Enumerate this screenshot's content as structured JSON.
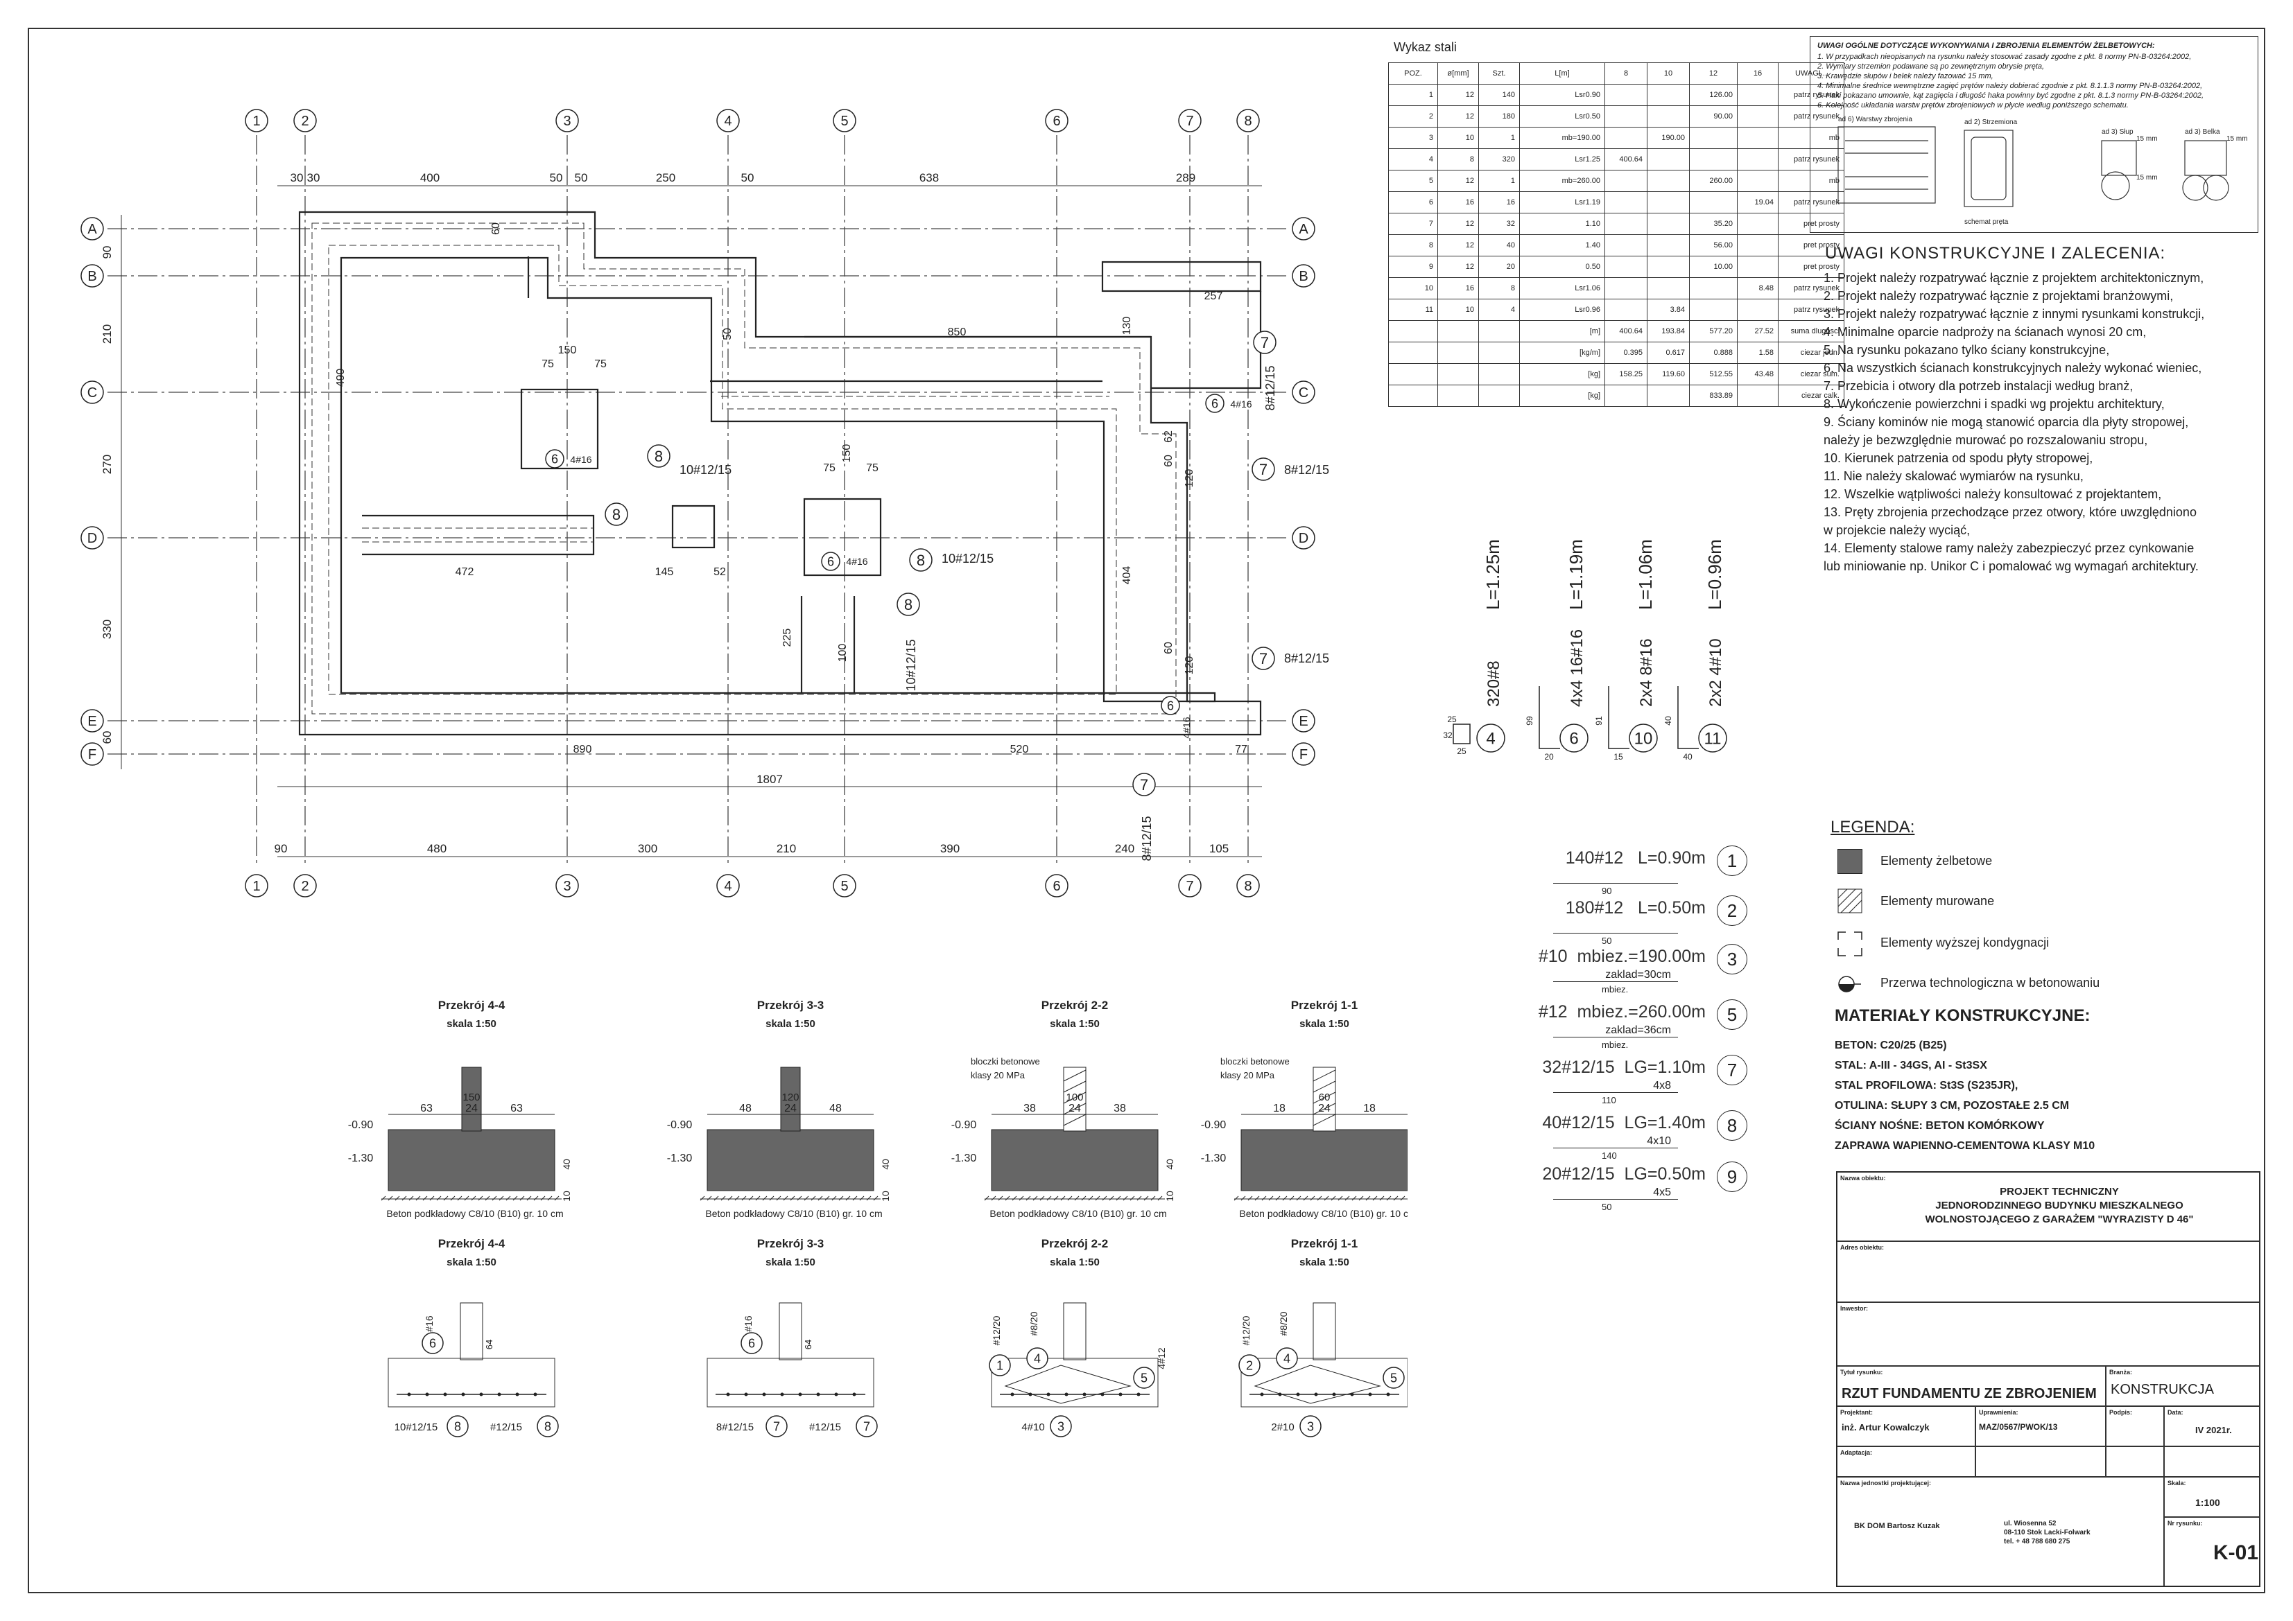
{
  "plan": {
    "grid_cols": [
      "1",
      "2",
      "3",
      "4",
      "5",
      "6",
      "7",
      "8"
    ],
    "grid_rows": [
      "A",
      "B",
      "C",
      "D",
      "E",
      "F"
    ],
    "top_dims": [
      "30",
      "30",
      "400",
      "50",
      "50",
      "250",
      "50",
      "638",
      "289"
    ],
    "bottom_dims": [
      "90",
      "480",
      "300",
      "210",
      "390",
      "240",
      "105"
    ],
    "left_dims": [
      "90",
      "210",
      "270",
      "330",
      "60"
    ],
    "overall": "1807",
    "inner_dims": [
      "75",
      "150",
      "75",
      "75",
      "75",
      "150",
      "60",
      "120",
      "60",
      "120",
      "850",
      "472",
      "145",
      "52",
      "890",
      "520",
      "77",
      "257",
      "225",
      "100",
      "404",
      "490",
      "50",
      "60",
      "62",
      "130"
    ],
    "bar_labels": [
      "10#12/15",
      "10#12/15",
      "8#12/15",
      "8#12/15",
      "8#12/15",
      "8#12/15",
      "8#12/15",
      "10#12/15",
      "4#16",
      "4#16",
      "4#16",
      "4#16"
    ]
  },
  "steel_table": {
    "title": "Wykaz stali",
    "headers": [
      "POZ.",
      "ø[mm]",
      "Szt.",
      "L[m]",
      "8",
      "10",
      "12",
      "16",
      "UWAGI..."
    ],
    "rows": [
      [
        "1",
        "12",
        "140",
        "Lsr0.90",
        "",
        "",
        "126.00",
        "",
        "patrz rysunek"
      ],
      [
        "2",
        "12",
        "180",
        "Lsr0.50",
        "",
        "",
        "90.00",
        "",
        "patrz rysunek"
      ],
      [
        "3",
        "10",
        "1",
        "mb=190.00",
        "",
        "190.00",
        "",
        "",
        "mb"
      ],
      [
        "4",
        "8",
        "320",
        "Lsr1.25",
        "400.64",
        "",
        "",
        "",
        "patrz rysunek"
      ],
      [
        "5",
        "12",
        "1",
        "mb=260.00",
        "",
        "",
        "260.00",
        "",
        "mb"
      ],
      [
        "6",
        "16",
        "16",
        "Lsr1.19",
        "",
        "",
        "",
        "19.04",
        "patrz rysunek"
      ],
      [
        "7",
        "12",
        "32",
        "1.10",
        "",
        "",
        "35.20",
        "",
        "pret prosty"
      ],
      [
        "8",
        "12",
        "40",
        "1.40",
        "",
        "",
        "56.00",
        "",
        "pret prosty"
      ],
      [
        "9",
        "12",
        "20",
        "0.50",
        "",
        "",
        "10.00",
        "",
        "pret prosty"
      ],
      [
        "10",
        "16",
        "8",
        "Lsr1.06",
        "",
        "",
        "",
        "8.48",
        "patrz rysunek"
      ],
      [
        "11",
        "10",
        "4",
        "Lsr0.96",
        "",
        "3.84",
        "",
        "",
        "patrz rysunek"
      ],
      [
        "",
        "",
        "",
        "[m]",
        "400.64",
        "193.84",
        "577.20",
        "27.52",
        "suma dlugosci"
      ],
      [
        "",
        "",
        "",
        "[kg/m]",
        "0.395",
        "0.617",
        "0.888",
        "1.58",
        "ciezar jedn."
      ],
      [
        "",
        "",
        "",
        "[kg]",
        "158.25",
        "119.60",
        "512.55",
        "43.48",
        "ciezar sum."
      ],
      [
        "",
        "",
        "",
        "[kg]",
        "",
        "",
        "833.89",
        "",
        "ciezar calk."
      ]
    ]
  },
  "general_notes": {
    "title": "UWAGI OGÓLNE DOTYCZĄCE WYKONYWANIA I ZBROJENIA ELEMENTÓW ŻELBETOWYCH:",
    "items": [
      "1. W przypadkach nieopisanych na rysunku należy stosować zasady zgodne z pkt. 8 normy PN-B-03264:2002,",
      "2. Wymiary strzemion podawane są po zewnętrznym obrysie pręta,",
      "3. Krawędzie słupów i belek należy fazować 15 mm,",
      "4. Minimalne średnice wewnętrzne zagięć prętów należy dobierać zgodnie z pkt. 8.1.1.3 normy PN-B-03264:2002,",
      "5. Haki pokazano umownie, kąt zagięcia i długość haka powinny być zgodne z pkt. 8.1.3 normy PN-B-03264:2002,",
      "6. Kolejność układania warstw prętów zbrojeniowych w płycie według poniższego schematu."
    ],
    "sketch_labels": [
      "ad 6) Warstwy zbrojenia",
      "ad 2) Strzemiona",
      "ad 3) Słup",
      "ad 3) Belka",
      "schemat pręta",
      "15 mm",
      "15 mm",
      "15 mm"
    ]
  },
  "structural_notes": {
    "title": "UWAGI KONSTRUKCYJNE I ZALECENIA:",
    "items": [
      "1. Projekt należy rozpatrywać łącznie z projektem architektonicznym,",
      "2. Projekt należy rozpatrywać łącznie z projektami branżowymi,",
      "3. Projekt należy rozpatrywać łącznie z innymi rysunkami konstrukcji,",
      "4. Minimalne oparcie nadproży na ścianach wynosi 20 cm,",
      "5. Na rysunku pokazano tylko ściany konstrukcyjne,",
      "6. Na wszystkich ścianach konstrukcyjnych należy wykonać wieniec,",
      "7. Przebicia i otwory dla potrzeb instalacji według branż,",
      "8. Wykończenie powierzchni i spadki wg projektu architektury,",
      "9. Ściany kominów nie mogą stanowić oparcia dla płyty stropowej,",
      "    należy je bezwzględnie murować po rozszalowaniu stropu,",
      "10. Kierunek patrzenia od spodu płyty stropowej,",
      "11. Nie należy skalować wymiarów na rysunku,",
      "12. Wszelkie wątpliwości należy konsultować z projektantem,",
      "13. Pręty zbrojenia przechodzące przez otwory, które uwzględniono",
      "    w projekcie należy wyciąć,",
      "14. Elementy stalowe ramy należy zabezpieczyć przez cynkowanie",
      "    lub miniowanie np. Unikor C i pomalować wg wymagań architektury."
    ]
  },
  "bar_shapes": [
    {
      "num": "4",
      "label": "320#8",
      "length": "L=1.25m",
      "dims": [
        "25",
        "32",
        "25"
      ]
    },
    {
      "num": "6",
      "label": "4x4 16#16",
      "length": "L=1.19m",
      "dims": [
        "99",
        "20"
      ]
    },
    {
      "num": "10",
      "label": "2x4 8#16",
      "length": "L=1.06m",
      "dims": [
        "91",
        "15"
      ]
    },
    {
      "num": "11",
      "label": "2x2 4#10",
      "length": "L=0.96m",
      "dims": [
        "40",
        "40"
      ]
    }
  ],
  "bar_list": [
    {
      "num": "1",
      "text": "140#12   L=0.90m",
      "sub": "",
      "dim": "90"
    },
    {
      "num": "2",
      "text": "180#12   L=0.50m",
      "sub": "",
      "dim": "50"
    },
    {
      "num": "3",
      "text": "#10  mbiez.=190.00m",
      "sub": "zaklad=30cm",
      "dim": "mbiez."
    },
    {
      "num": "5",
      "text": "#12  mbiez.=260.00m",
      "sub": "zaklad=36cm",
      "dim": "mbiez."
    },
    {
      "num": "7",
      "text": "32#12/15  LG=1.10m",
      "sub": "4x8",
      "dim": "110"
    },
    {
      "num": "8",
      "text": "40#12/15  LG=1.40m",
      "sub": "4x10",
      "dim": "140"
    },
    {
      "num": "9",
      "text": "20#12/15  LG=0.50m",
      "sub": "4x5",
      "dim": "50"
    }
  ],
  "legend": {
    "title": "LEGENDA:",
    "items": [
      "Elementy żelbetowe",
      "Elementy murowane",
      "Elementy wyższej kondygnacji",
      "Przerwa technologiczna w betonowaniu"
    ]
  },
  "materials": {
    "title": "MATERIAŁY KONSTRUKCYJNE:",
    "items": [
      "BETON: C20/25 (B25)",
      "STAL: A-III - 34GS, AI - St3SX",
      "STAL PROFILOWA: St3S (S235JR),",
      "OTULINA: SŁUPY 3 CM, POZOSTAŁE 2.5 CM",
      "ŚCIANY NOŚNE: BETON KOMÓRKOWY",
      "ZAPRAWA WAPIENNO-CEMENTOWA KLASY M10"
    ]
  },
  "sections_top": [
    {
      "title": "Przekrój 4-4",
      "scale": "skala 1:50",
      "dims": [
        "63",
        "24",
        "63"
      ],
      "wall": "150",
      "levels": [
        "-0.90",
        "-1.30"
      ],
      "side": [
        "10",
        "40"
      ],
      "note": "Beton podkładowy C8/10 (B10) gr. 10 cm",
      "blocks": ""
    },
    {
      "title": "Przekrój 3-3",
      "scale": "skala 1:50",
      "dims": [
        "48",
        "24",
        "48"
      ],
      "wall": "120",
      "levels": [
        "-0.90",
        "-1.30"
      ],
      "side": [
        "10",
        "40"
      ],
      "note": "Beton podkładowy C8/10 (B10) gr. 10 cm",
      "blocks": ""
    },
    {
      "title": "Przekrój 2-2",
      "scale": "skala 1:50",
      "dims": [
        "38",
        "24",
        "38"
      ],
      "wall": "100",
      "levels": [
        "-0.90",
        "-1.30"
      ],
      "side": [
        "10",
        "40"
      ],
      "note": "Beton podkładowy C8/10 (B10) gr. 10 cm",
      "blocks": "bloczki betonowe klasy 20 MPa"
    },
    {
      "title": "Przekrój 1-1",
      "scale": "skala 1:50",
      "dims": [
        "18",
        "24",
        "18"
      ],
      "wall": "60",
      "levels": [
        "-0.90",
        "-1.30"
      ],
      "side": [
        "10",
        "40"
      ],
      "note": "Beton podkładowy C8/10 (B10) gr. 10 cm",
      "blocks": "bloczki betonowe klasy 20 MPa"
    }
  ],
  "sections_bottom": [
    {
      "title": "Przekrój 4-4",
      "scale": "skala 1:50",
      "labels": [
        "#16",
        "64",
        "10#12/15",
        "#12/15"
      ],
      "nums": [
        "6",
        "8",
        "8"
      ]
    },
    {
      "title": "Przekrój 3-3",
      "scale": "skala 1:50",
      "labels": [
        "#16",
        "64",
        "8#12/15",
        "#12/15"
      ],
      "nums": [
        "6",
        "7",
        "7"
      ]
    },
    {
      "title": "Przekrój 2-2",
      "scale": "skala 1:50",
      "labels": [
        "#12/20",
        "#8/20",
        "4#12",
        "4#10"
      ],
      "nums": [
        "1",
        "4",
        "5",
        "3"
      ]
    },
    {
      "title": "Przekrój 1-1",
      "scale": "skala 1:50",
      "labels": [
        "#12/20",
        "#8/20",
        "4#12",
        "2#10"
      ],
      "nums": [
        "2",
        "4",
        "5",
        "3"
      ]
    }
  ],
  "title_block": {
    "obiekt_label": "Nazwa obiektu:",
    "obiekt": [
      "PROJEKT TECHNICZNY",
      "JEDNORODZINNEGO BUDYNKU MIESZKALNEGO",
      "WOLNOSTOJĄCEGO Z GARAŻEM \"WYRAZISTY D 46\""
    ],
    "adres_label": "Adres obiektu:",
    "inwestor_label": "Inwestor:",
    "tytul_label": "Tytuł rysunku:",
    "tytul": "RZUT FUNDAMENTU ZE ZBROJENIEM",
    "branza_label": "Branża:",
    "branza": "KONSTRUKCJA",
    "projektant_label": "Projektant:",
    "projektant": "inż. Artur Kowalczyk",
    "uprawnienia_label": "Uprawnienia:",
    "uprawnienia": "MAZ/0567/PWOK/13",
    "podpis_label": "Podpis:",
    "data_label": "Data:",
    "data": "IV 2021r.",
    "adaptacja_label": "Adaptacja:",
    "skala_label": "Skala:",
    "skala": "1:100",
    "jednostka_label": "Nazwa jednostki projektującej:",
    "jednostka": "BK DOM Bartosz Kuzak",
    "adres_firmy": [
      "ul. Wiosenna 52",
      "08-110 Stok Lacki-Folwark",
      "tel. + 48 788 680 275"
    ],
    "nr_label": "Nr rysunku:",
    "nr": "K-01"
  }
}
